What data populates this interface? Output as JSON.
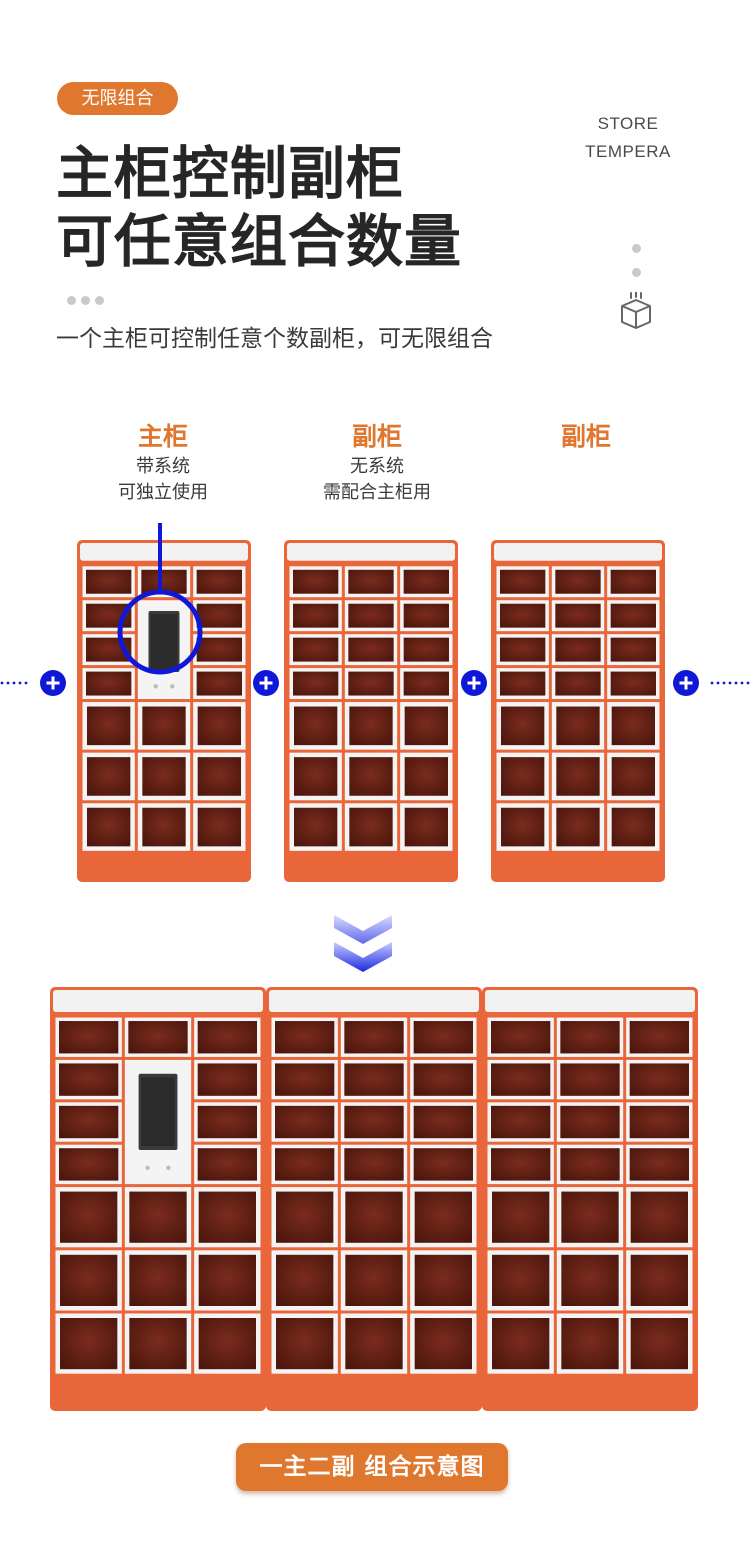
{
  "tag": "无限组合",
  "brand": {
    "line1": "STORE",
    "line2": "TEMPERA"
  },
  "headline": {
    "line1": "主柜控制副柜",
    "line2": "可任意组合数量"
  },
  "subtitle": "一个主柜可控制任意个数副柜，可无限组合",
  "cabinets": [
    {
      "title": "主柜",
      "desc1": "带系统",
      "desc2": "可独立使用"
    },
    {
      "title": "副柜",
      "desc1": "无系统",
      "desc2": "需配合主柜用"
    },
    {
      "title": "副柜",
      "desc1": "",
      "desc2": ""
    }
  ],
  "icons": {
    "connector": "plus-circle-icon",
    "arrow": "double-chevron-down-icon",
    "box": "box-icon"
  },
  "colors": {
    "accent": "#e0772e",
    "cabinet": "#e8663a",
    "door": "#6a2417",
    "connector": "#1018d8"
  },
  "bottom_label": "一主二副 组合示意图"
}
